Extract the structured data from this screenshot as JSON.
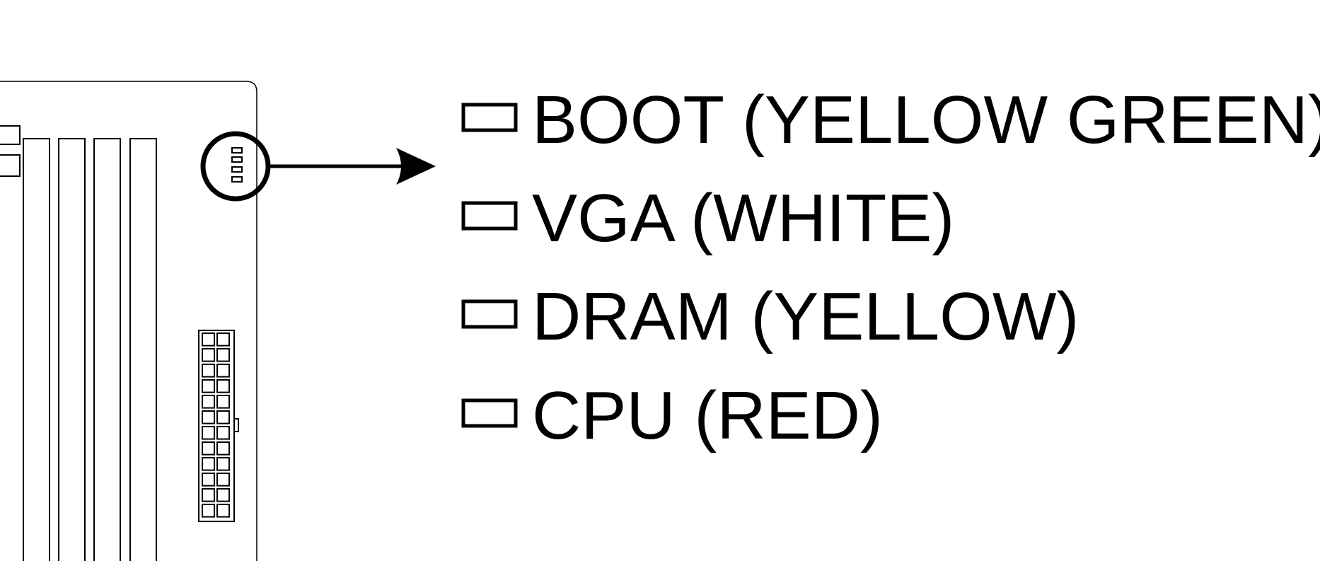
{
  "leds": [
    {
      "label": "BOOT (YELLOW GREEN)"
    },
    {
      "label": "VGA (WHITE)"
    },
    {
      "label": "DRAM (YELLOW)"
    },
    {
      "label": "CPU (RED)"
    }
  ],
  "colors": {
    "line": "#000000",
    "background": "#ffffff"
  }
}
